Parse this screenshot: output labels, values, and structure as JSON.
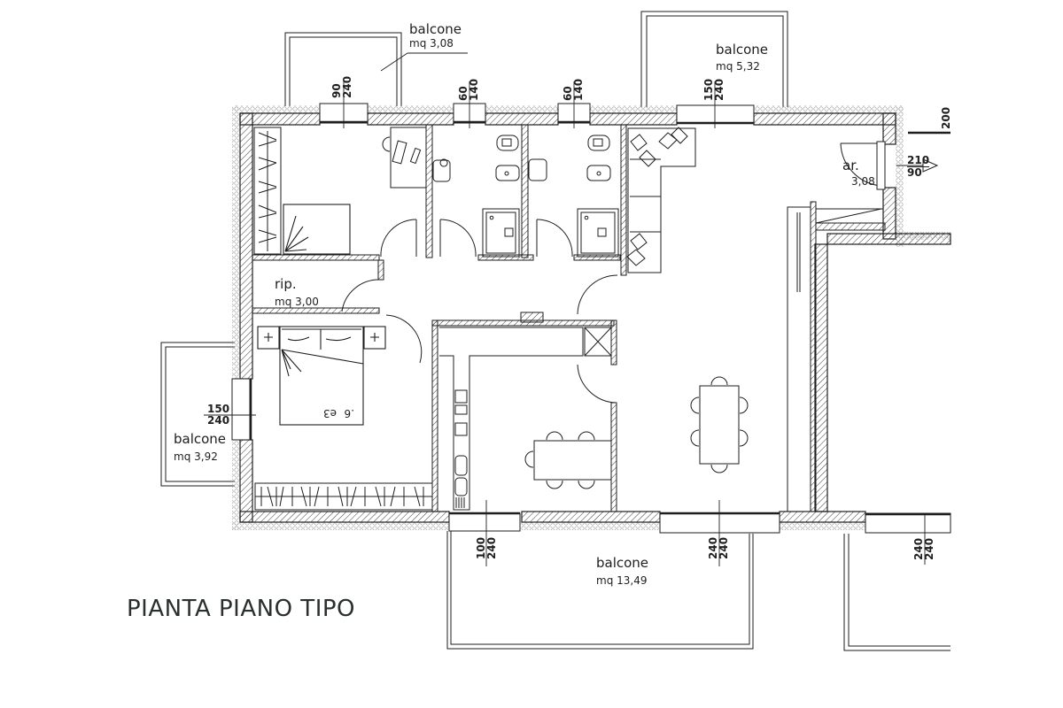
{
  "title": "PIANTA PIANO TIPO",
  "rooms": {
    "balcone_top_left": {
      "name": "balcone",
      "area": "mq 3,08"
    },
    "balcone_top_right": {
      "name": "balcone",
      "area": "mq 5,32"
    },
    "ripostiglio": {
      "name": "rip.",
      "area": "mq 3,00"
    },
    "ingresso": {
      "name": "ar.",
      "area": "3,08"
    },
    "balcone_left": {
      "name": "balcone",
      "area": "mq 3,92"
    },
    "balcone_bottom": {
      "name": "balcone",
      "area": "mq 13,49"
    }
  },
  "openings": [
    {
      "id": "win-bedroom1",
      "width": "90",
      "height": "240"
    },
    {
      "id": "win-bath1",
      "width": "60",
      "height": "140"
    },
    {
      "id": "win-bath2",
      "width": "60",
      "height": "140"
    },
    {
      "id": "win-living-top",
      "width": "150",
      "height": "240"
    },
    {
      "id": "door-entrance",
      "height": "210",
      "width": "90"
    },
    {
      "id": "ext-right",
      "width": "200"
    },
    {
      "id": "win-bedroom2",
      "width": "150",
      "height": "240"
    },
    {
      "id": "win-kitchen",
      "width": "100",
      "height": "240"
    },
    {
      "id": "win-living-bottom",
      "width": "240",
      "height": "240"
    },
    {
      "id": "win-neighbour",
      "width": "240",
      "height": "240"
    }
  ],
  "colors": {
    "line": "#1e1e1e",
    "hatch": "#3a3a3a",
    "insulation": "#9a9a9a",
    "title": "#2a302e"
  }
}
